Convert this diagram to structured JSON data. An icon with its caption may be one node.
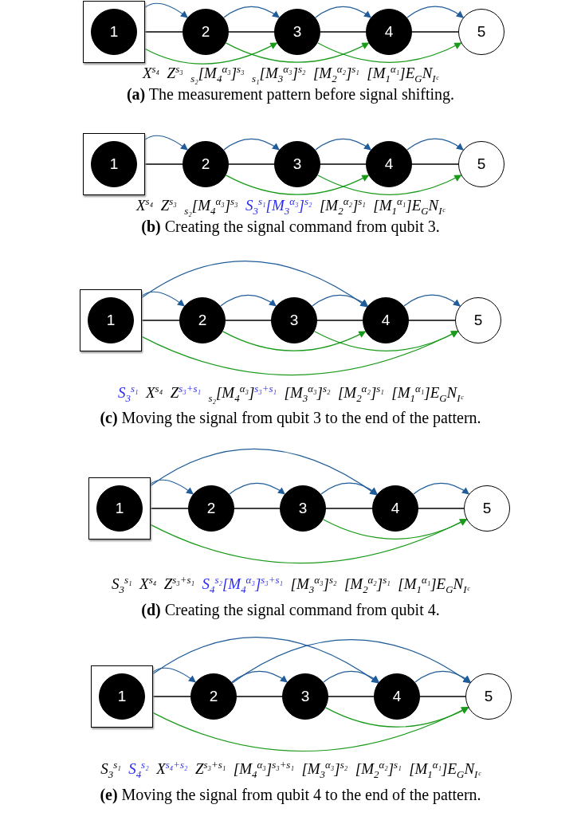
{
  "diagram": {
    "nodes": [
      {
        "text": [],
        "shape": "box"
      },
      {
        "text": [
          "1"
        ],
        "in": 0
      },
      {
        "text": [
          "2"
        ]
      },
      {
        "text": [
          "3"
        ]
      },
      {
        "text": [
          "4"
        ]
      },
      {
        "text": [
          "5"
        ]
      },
      {
        "text": [],
        "shape": "box"
      },
      {
        "text": [
          "1"
        ],
        "in": 6
      },
      {
        "text": [
          "2"
        ]
      },
      {
        "text": [
          "3"
        ]
      },
      {
        "text": [
          "4"
        ]
      },
      {
        "text": [
          "5"
        ]
      },
      {
        "text": [],
        "shape": "box"
      },
      {
        "text": [
          "1"
        ],
        "in": 12
      },
      {
        "text": [
          "2"
        ]
      },
      {
        "text": [
          "3"
        ]
      },
      {
        "text": [
          "4"
        ]
      },
      {
        "text": [
          "5"
        ]
      },
      {
        "text": [],
        "shape": "box"
      },
      {
        "text": [
          "1"
        ],
        "in": 18
      },
      {
        "text": [
          "2"
        ]
      },
      {
        "text": [
          "3"
        ]
      },
      {
        "text": [
          "4"
        ]
      },
      {
        "text": [
          "5"
        ]
      },
      {
        "text": [],
        "shape": "box"
      },
      {
        "text": [
          "1"
        ],
        "in": 24
      },
      {
        "text": [
          "2"
        ]
      },
      {
        "text": [
          "3"
        ]
      },
      {
        "text": [
          "4"
        ]
      },
      {
        "text": [
          "5"
        ]
      }
    ],
    "edges": [
      {
        "from": 0,
        "to": 2,
        "arrow": "none",
        "color": "#000000"
      },
      {
        "from": 2,
        "to": 3,
        "arrow": "none",
        "color": "#000000"
      },
      {
        "from": 3,
        "to": 4,
        "arrow": "none",
        "color": "#000000"
      },
      {
        "from": 4,
        "to": 5,
        "arrow": "none",
        "color": "#000000"
      },
      {
        "from": 0,
        "to": 2,
        "arrow": "to"
      },
      {
        "from": 2,
        "to": 3,
        "arrow": "to"
      },
      {
        "from": 3,
        "to": 4,
        "arrow": "to"
      },
      {
        "from": 4,
        "to": 5,
        "arrow": "to"
      },
      {
        "from": 0,
        "to": 3,
        "arrow": "to",
        "color": "#1a9a1a"
      },
      {
        "from": 2,
        "to": 4,
        "arrow": "to",
        "color": "#1a9a1a"
      },
      {
        "from": 3,
        "to": 5,
        "arrow": "to",
        "color": "#1a9a1a"
      },
      {
        "from": 6,
        "to": 8,
        "arrow": "none",
        "color": "#000000"
      },
      {
        "from": 8,
        "to": 9,
        "arrow": "none",
        "color": "#000000"
      },
      {
        "from": 9,
        "to": 10,
        "arrow": "none",
        "color": "#000000"
      },
      {
        "from": 10,
        "to": 11,
        "arrow": "none",
        "color": "#000000"
      },
      {
        "from": 6,
        "to": 8,
        "arrow": "to"
      },
      {
        "from": 8,
        "to": 9,
        "arrow": "to"
      },
      {
        "from": 9,
        "to": 10,
        "arrow": "to"
      },
      {
        "from": 10,
        "to": 11,
        "arrow": "to"
      },
      {
        "from": 8,
        "to": 10,
        "arrow": "to",
        "color": "#1a9a1a"
      },
      {
        "from": 9,
        "to": 11,
        "arrow": "to",
        "color": "#1a9a1a"
      },
      {
        "from": 12,
        "to": 14,
        "arrow": "none",
        "color": "#000000"
      },
      {
        "from": 14,
        "to": 15,
        "arrow": "none",
        "color": "#000000"
      },
      {
        "from": 15,
        "to": 16,
        "arrow": "none",
        "color": "#000000"
      },
      {
        "from": 16,
        "to": 17,
        "arrow": "none",
        "color": "#000000"
      },
      {
        "from": 12,
        "to": 14,
        "arrow": "to"
      },
      {
        "from": 14,
        "to": 15,
        "arrow": "to"
      },
      {
        "from": 15,
        "to": 16,
        "arrow": "to"
      },
      {
        "from": 16,
        "to": 17,
        "arrow": "to"
      },
      {
        "from": 12,
        "to": 16,
        "arrow": "to"
      },
      {
        "from": 14,
        "to": 16,
        "arrow": "to",
        "color": "#1a9a1a"
      },
      {
        "from": 15,
        "to": 17,
        "arrow": "to",
        "color": "#1a9a1a"
      },
      {
        "from": 12,
        "to": 17,
        "arrow": "to",
        "color": "#1a9a1a"
      },
      {
        "from": 18,
        "to": 20,
        "arrow": "none",
        "color": "#000000"
      },
      {
        "from": 20,
        "to": 21,
        "arrow": "none",
        "color": "#000000"
      },
      {
        "from": 21,
        "to": 22,
        "arrow": "none",
        "color": "#000000"
      },
      {
        "from": 22,
        "to": 23,
        "arrow": "none",
        "color": "#000000"
      },
      {
        "from": 18,
        "to": 20,
        "arrow": "to"
      },
      {
        "from": 20,
        "to": 21,
        "arrow": "to"
      },
      {
        "from": 21,
        "to": 22,
        "arrow": "to"
      },
      {
        "from": 22,
        "to": 23,
        "arrow": "to"
      },
      {
        "from": 18,
        "to": 22,
        "arrow": "to"
      },
      {
        "from": 21,
        "to": 23,
        "arrow": "to",
        "color": "#1a9a1a"
      },
      {
        "from": 18,
        "to": 23,
        "arrow": "to",
        "color": "#1a9a1a"
      },
      {
        "from": 24,
        "to": 26,
        "arrow": "none",
        "color": "#000000"
      },
      {
        "from": 26,
        "to": 27,
        "arrow": "none",
        "color": "#000000"
      },
      {
        "from": 27,
        "to": 28,
        "arrow": "none",
        "color": "#000000"
      },
      {
        "from": 28,
        "to": 29,
        "arrow": "none",
        "color": "#000000"
      },
      {
        "from": 24,
        "to": 26,
        "arrow": "to"
      },
      {
        "from": 26,
        "to": 27,
        "arrow": "to"
      },
      {
        "from": 27,
        "to": 28,
        "arrow": "to"
      },
      {
        "from": 28,
        "to": 29,
        "arrow": "to"
      },
      {
        "from": 24,
        "to": 28,
        "arrow": "to"
      },
      {
        "from": 26,
        "to": 29,
        "arrow": "to"
      },
      {
        "from": 27,
        "to": 29,
        "arrow": "to",
        "color": "#1a9a1a"
      },
      {
        "from": 24,
        "to": 29,
        "arrow": "to",
        "color": "#1a9a1a"
      }
    ],
    "labels": [
      "X$^{s₄}$",
      "Z$^{s₃}$",
      "$_{s₂}$[M$_{4}$$^{α₃}$]$^{s₃}$",
      "$_{s₁}$[M$_{3}$$^{α₃}$]$^{s₂}$",
      "[M$_{2}$$^{α₂}$]$^{s₁}$",
      "[M$_{1}$$^{α₁}$]E$_{G}$N$_{Iᶜ}$",
      "**(a)** The measurement pattern before signal shifting.",
      "X$^{s₄}$",
      "Z$^{s₃}$",
      "$_{s₂}$[M$_{4}$$^{α₃}$]$^{s₃}$",
      "S$_{3}$$^{s₁}$[M$_{3}$$^{α₃}$]$^{s₂}$",
      "[M$_{2}$$^{α₂}$]$^{s₁}$",
      "[M$_{1}$$^{α₁}$]E$_{G}$N$_{Iᶜ}$",
      "**(b)** Creating the signal command from qubit 3.",
      "S$_{3}$$^{s₁}$",
      "X$^{s₄}$",
      "Z$^{s₃+s₁}$",
      "$_{s₂}$[M$_{4}$$^{α₃}$]$^{s₃+s₁}$",
      "[M$_{3}$$^{α₃}$]$^{s₂}$",
      "[M$_{2}$$^{α₂}$]$^{s₁}$",
      "[M$_{1}$$^{α₁}$]E$_{G}$N$_{Iᶜ}$",
      "**(c)** Moving the signal from qubit 3 to the end of the pattern.",
      "S$_{3}$$^{s₁}$",
      "X$^{s₄}$",
      "Z$^{s₃+s₁}$",
      "S$_{4}$$^{s₂}$[M$_{4}$$^{α₃}$]$^{s₃+s₁}$",
      "[M$_{3}$$^{α₃}$]$^{s₂}$",
      "[M$_{2}$$^{α₂}$]$^{s₁}$",
      "[M$_{1}$$^{α₁}$]E$_{G}$N$_{Iᶜ}$",
      "**(d)** Creating the signal command from qubit 4.",
      "S$_{3}$$^{s₁}$",
      "S$_{4}$$^{s₂}$",
      "X$^{s₄+s₂}$",
      "Z$^{s₃+s₁}$",
      "[M$_{4}$$^{α₃}$]$^{s₃+s₁}$",
      "[M$_{3}$$^{α₃}$]$^{s₂}$",
      "[M$_{2}$$^{α₂}$]$^{s₁}$",
      "[M$_{1}$$^{α₁}$]E$_{G}$N$_{Iᶜ}$",
      "**(e)** Moving the signal from qubit 4 to the end of the pattern."
    ]
  }
}
